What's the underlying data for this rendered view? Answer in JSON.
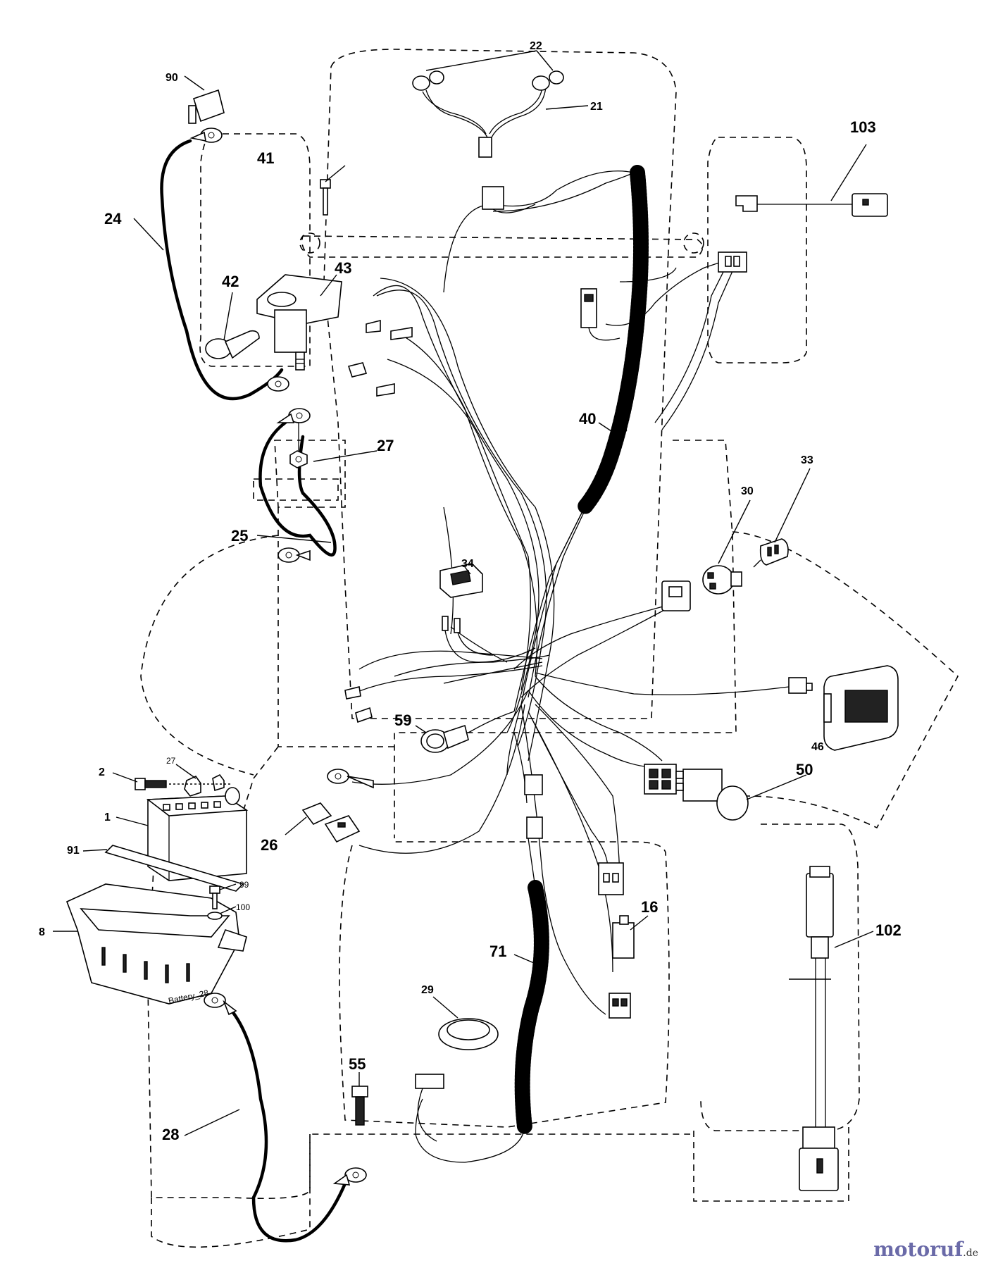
{
  "diagram": {
    "callouts": [
      "22",
      "21",
      "103",
      "90",
      "41",
      "24",
      "42",
      "43",
      "40",
      "27",
      "33",
      "30",
      "25",
      "34",
      "59",
      "46",
      "2",
      "27",
      "50",
      "1",
      "91",
      "26",
      "99",
      "100",
      "16",
      "102",
      "8",
      "71",
      "29",
      "28",
      "55"
    ],
    "battery_caption": "Battery_28"
  },
  "watermark": {
    "brand": "motoruf",
    "suffix": ".de"
  }
}
